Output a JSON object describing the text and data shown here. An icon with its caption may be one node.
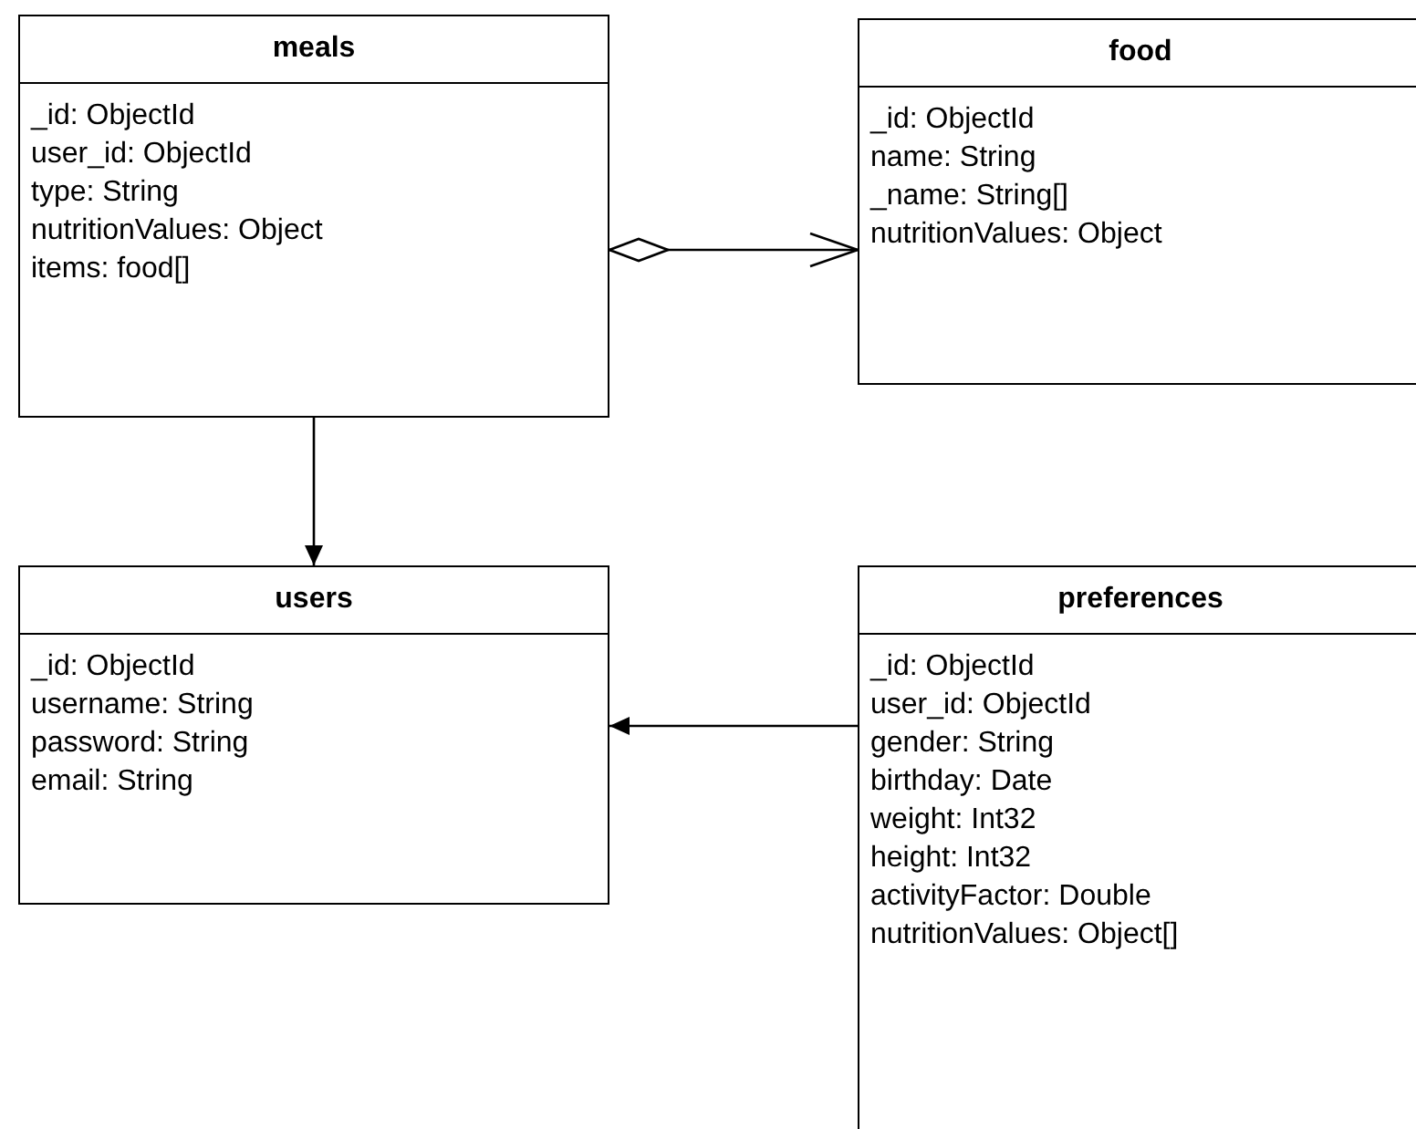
{
  "diagram": {
    "nodes": [
      {
        "text": [
          "meals",
          "_id: ObjectId",
          "user_id: ObjectId",
          "type: String",
          "nutritionValues: Object",
          "items: food[]"
        ]
      },
      {
        "text": [
          "food",
          "_id: ObjectId",
          "name: String",
          "_name: String[]",
          "nutritionValues: Object"
        ]
      },
      {
        "text": [
          "users",
          "_id: ObjectId",
          "username: String",
          "password: String",
          "email: String"
        ]
      },
      {
        "text": [
          "preferences",
          "_id: ObjectId",
          "user_id: ObjectId",
          "gender: String",
          "birthday: Date",
          "weight: Int32",
          "height: Int32",
          "activityFactor: Double",
          "nutritionValues: Object[]"
        ]
      }
    ],
    "edges": [
      {
        "from": 0,
        "to": 1,
        "arrow": "to"
      },
      {
        "from": 0,
        "to": 2,
        "arrow": "to"
      },
      {
        "from": 3,
        "to": 2,
        "arrow": "to"
      }
    ]
  }
}
